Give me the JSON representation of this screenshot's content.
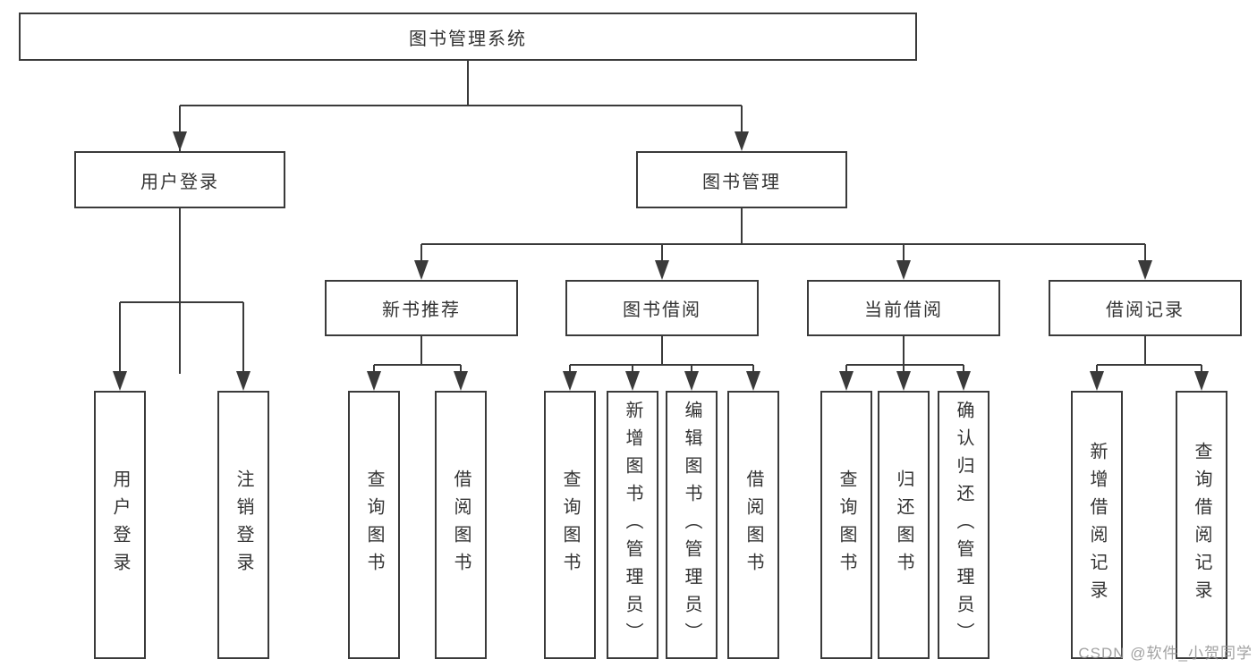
{
  "diagram_title": "图书管理系统",
  "nodes": {
    "root": {
      "label": "图书管理系统"
    },
    "level2": [
      {
        "label": "用户登录"
      },
      {
        "label": "图书管理"
      }
    ],
    "level3": [
      {
        "label": "新书推荐",
        "parent": "图书管理"
      },
      {
        "label": "图书借阅",
        "parent": "图书管理"
      },
      {
        "label": "当前借阅",
        "parent": "图书管理"
      },
      {
        "label": "借阅记录",
        "parent": "图书管理"
      }
    ],
    "leaves": [
      {
        "label": "用户登录",
        "parent": "用户登录"
      },
      {
        "label": "注销登录",
        "parent": "用户登录"
      },
      {
        "label": "查询图书",
        "parent": "新书推荐"
      },
      {
        "label": "借阅图书",
        "parent": "新书推荐"
      },
      {
        "label": "查询图书",
        "parent": "图书借阅"
      },
      {
        "label": "新增图书（管理员）",
        "parent": "图书借阅"
      },
      {
        "label": "编辑图书（管理员）",
        "parent": "图书借阅"
      },
      {
        "label": "借阅图书",
        "parent": "图书借阅"
      },
      {
        "label": "查询图书",
        "parent": "当前借阅"
      },
      {
        "label": "归还图书",
        "parent": "当前借阅"
      },
      {
        "label": "确认归还（管理员）",
        "parent": "当前借阅"
      },
      {
        "label": "新增借阅记录",
        "parent": "借阅记录"
      },
      {
        "label": "查询借阅记录",
        "parent": "借阅记录"
      }
    ]
  },
  "watermark": "CSDN @软件_小贺同学",
  "colors": {
    "line": "#3a3a3a",
    "box_border": "#3a3a3a",
    "box_fill": "#ffffff",
    "text": "#333333",
    "watermark": "#919191"
  }
}
